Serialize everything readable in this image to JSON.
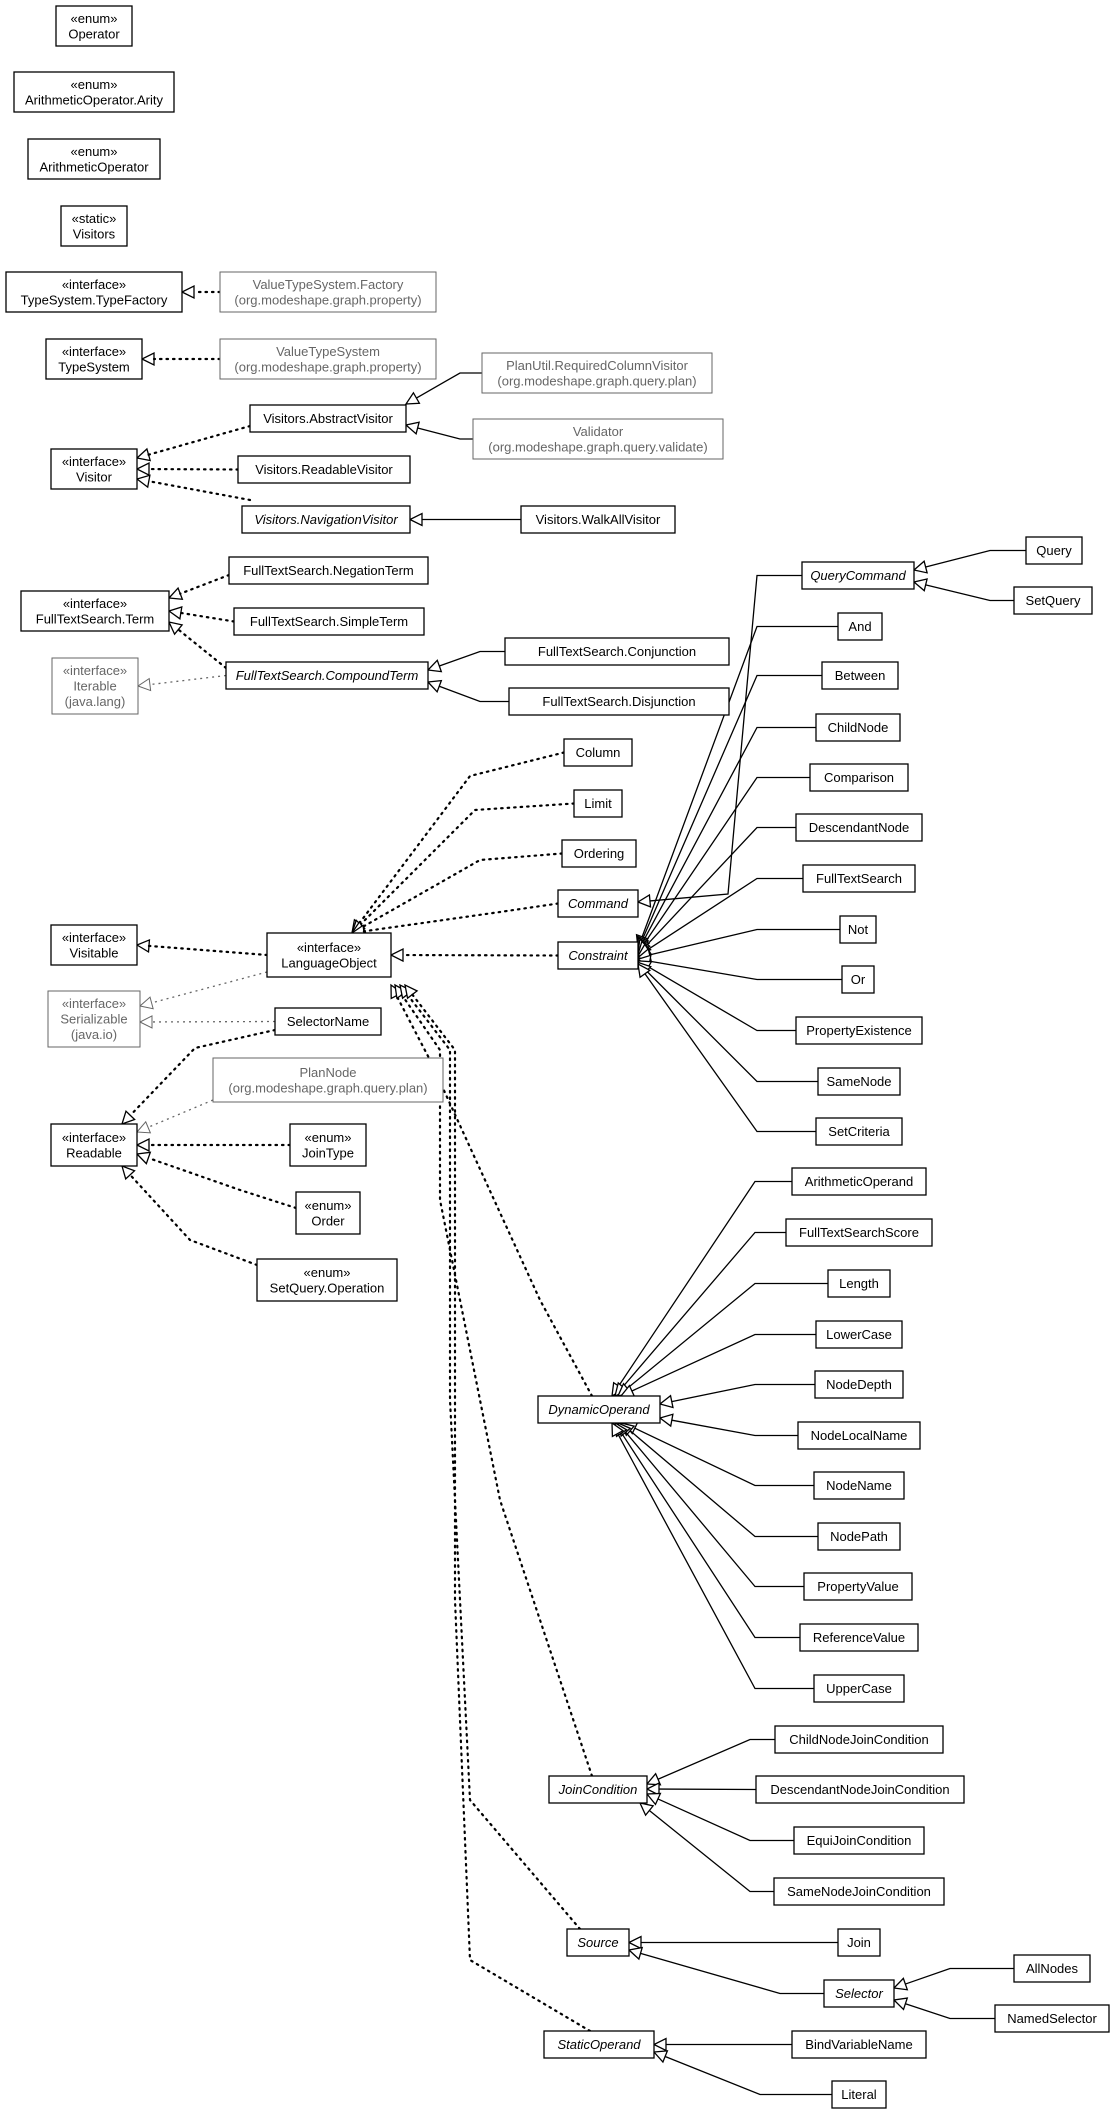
{
  "classes": {
    "operator": {
      "stereotype": "«enum»",
      "name": "Operator"
    },
    "arithmeticOperatorArity": {
      "stereotype": "«enum»",
      "name": "ArithmeticOperator.Arity"
    },
    "arithmeticOperator": {
      "stereotype": "«enum»",
      "name": "ArithmeticOperator"
    },
    "visitors": {
      "stereotype": "«static»",
      "name": "Visitors"
    },
    "typeSystemTypeFactory": {
      "stereotype": "«interface»",
      "name": "TypeSystem.TypeFactory"
    },
    "valueTypeSystemFactory": {
      "name": "ValueTypeSystem.Factory",
      "package": "(org.modeshape.graph.property)"
    },
    "typeSystem": {
      "stereotype": "«interface»",
      "name": "TypeSystem"
    },
    "valueTypeSystem": {
      "name": "ValueTypeSystem",
      "package": "(org.modeshape.graph.property)"
    },
    "requiredColumnVisitor": {
      "name": "PlanUtil.RequiredColumnVisitor",
      "package": "(org.modeshape.graph.query.plan)"
    },
    "abstractVisitor": {
      "name": "Visitors.AbstractVisitor"
    },
    "validator": {
      "name": "Validator",
      "package": "(org.modeshape.graph.query.validate)"
    },
    "visitor": {
      "stereotype": "«interface»",
      "name": "Visitor"
    },
    "readableVisitor": {
      "name": "Visitors.ReadableVisitor"
    },
    "navigationVisitor": {
      "name": "Visitors.NavigationVisitor"
    },
    "walkAllVisitor": {
      "name": "Visitors.WalkAllVisitor"
    },
    "queryCommand": {
      "name": "QueryCommand"
    },
    "query": {
      "name": "Query"
    },
    "setQuery": {
      "name": "SetQuery"
    },
    "negationTerm": {
      "name": "FullTextSearch.NegationTerm"
    },
    "fullTextSearchTerm": {
      "stereotype": "«interface»",
      "name": "FullTextSearch.Term"
    },
    "simpleTerm": {
      "name": "FullTextSearch.SimpleTerm"
    },
    "and": {
      "name": "And"
    },
    "conjunction": {
      "name": "FullTextSearch.Conjunction"
    },
    "iterable": {
      "stereotype": "«interface»",
      "name": "Iterable",
      "package": "(java.lang)"
    },
    "compoundTerm": {
      "name": "FullTextSearch.CompoundTerm"
    },
    "between": {
      "name": "Between"
    },
    "disjunction": {
      "name": "FullTextSearch.Disjunction"
    },
    "childNode": {
      "name": "ChildNode"
    },
    "column": {
      "name": "Column"
    },
    "comparison": {
      "name": "Comparison"
    },
    "limit": {
      "name": "Limit"
    },
    "descendantNode": {
      "name": "DescendantNode"
    },
    "ordering": {
      "name": "Ordering"
    },
    "fullTextSearch": {
      "name": "FullTextSearch"
    },
    "command": {
      "name": "Command"
    },
    "visitable": {
      "stereotype": "«interface»",
      "name": "Visitable"
    },
    "not": {
      "name": "Not"
    },
    "languageObject": {
      "stereotype": "«interface»",
      "name": "LanguageObject"
    },
    "constraint": {
      "name": "Constraint"
    },
    "or": {
      "name": "Or"
    },
    "serializable": {
      "stereotype": "«interface»",
      "name": "Serializable",
      "package": "(java.io)"
    },
    "selectorName": {
      "name": "SelectorName"
    },
    "propertyExistence": {
      "name": "PropertyExistence"
    },
    "planNode": {
      "name": "PlanNode",
      "package": "(org.modeshape.graph.query.plan)"
    },
    "sameNode": {
      "name": "SameNode"
    },
    "readable": {
      "stereotype": "«interface»",
      "name": "Readable"
    },
    "joinType": {
      "stereotype": "«enum»",
      "name": "JoinType"
    },
    "setCriteria": {
      "name": "SetCriteria"
    },
    "order": {
      "stereotype": "«enum»",
      "name": "Order"
    },
    "arithmeticOperand": {
      "name": "ArithmeticOperand"
    },
    "setQueryOperation": {
      "stereotype": "«enum»",
      "name": "SetQuery.Operation"
    },
    "fullTextSearchScore": {
      "name": "FullTextSearchScore"
    },
    "length": {
      "name": "Length"
    },
    "lowerCase": {
      "name": "LowerCase"
    },
    "nodeDepth": {
      "name": "NodeDepth"
    },
    "dynamicOperand": {
      "name": "DynamicOperand"
    },
    "nodeLocalName": {
      "name": "NodeLocalName"
    },
    "nodeName": {
      "name": "NodeName"
    },
    "nodePath": {
      "name": "NodePath"
    },
    "propertyValue": {
      "name": "PropertyValue"
    },
    "referenceValue": {
      "name": "ReferenceValue"
    },
    "upperCase": {
      "name": "UpperCase"
    },
    "childNodeJoinCondition": {
      "name": "ChildNodeJoinCondition"
    },
    "joinCondition": {
      "name": "JoinCondition"
    },
    "descendantNodeJoinCondition": {
      "name": "DescendantNodeJoinCondition"
    },
    "equiJoinCondition": {
      "name": "EquiJoinCondition"
    },
    "sameNodeJoinCondition": {
      "name": "SameNodeJoinCondition"
    },
    "source": {
      "name": "Source"
    },
    "join": {
      "name": "Join"
    },
    "allNodes": {
      "name": "AllNodes"
    },
    "selector": {
      "name": "Selector"
    },
    "namedSelector": {
      "name": "NamedSelector"
    },
    "staticOperand": {
      "name": "StaticOperand"
    },
    "bindVariableName": {
      "name": "BindVariableName"
    },
    "literal": {
      "name": "Literal"
    }
  }
}
